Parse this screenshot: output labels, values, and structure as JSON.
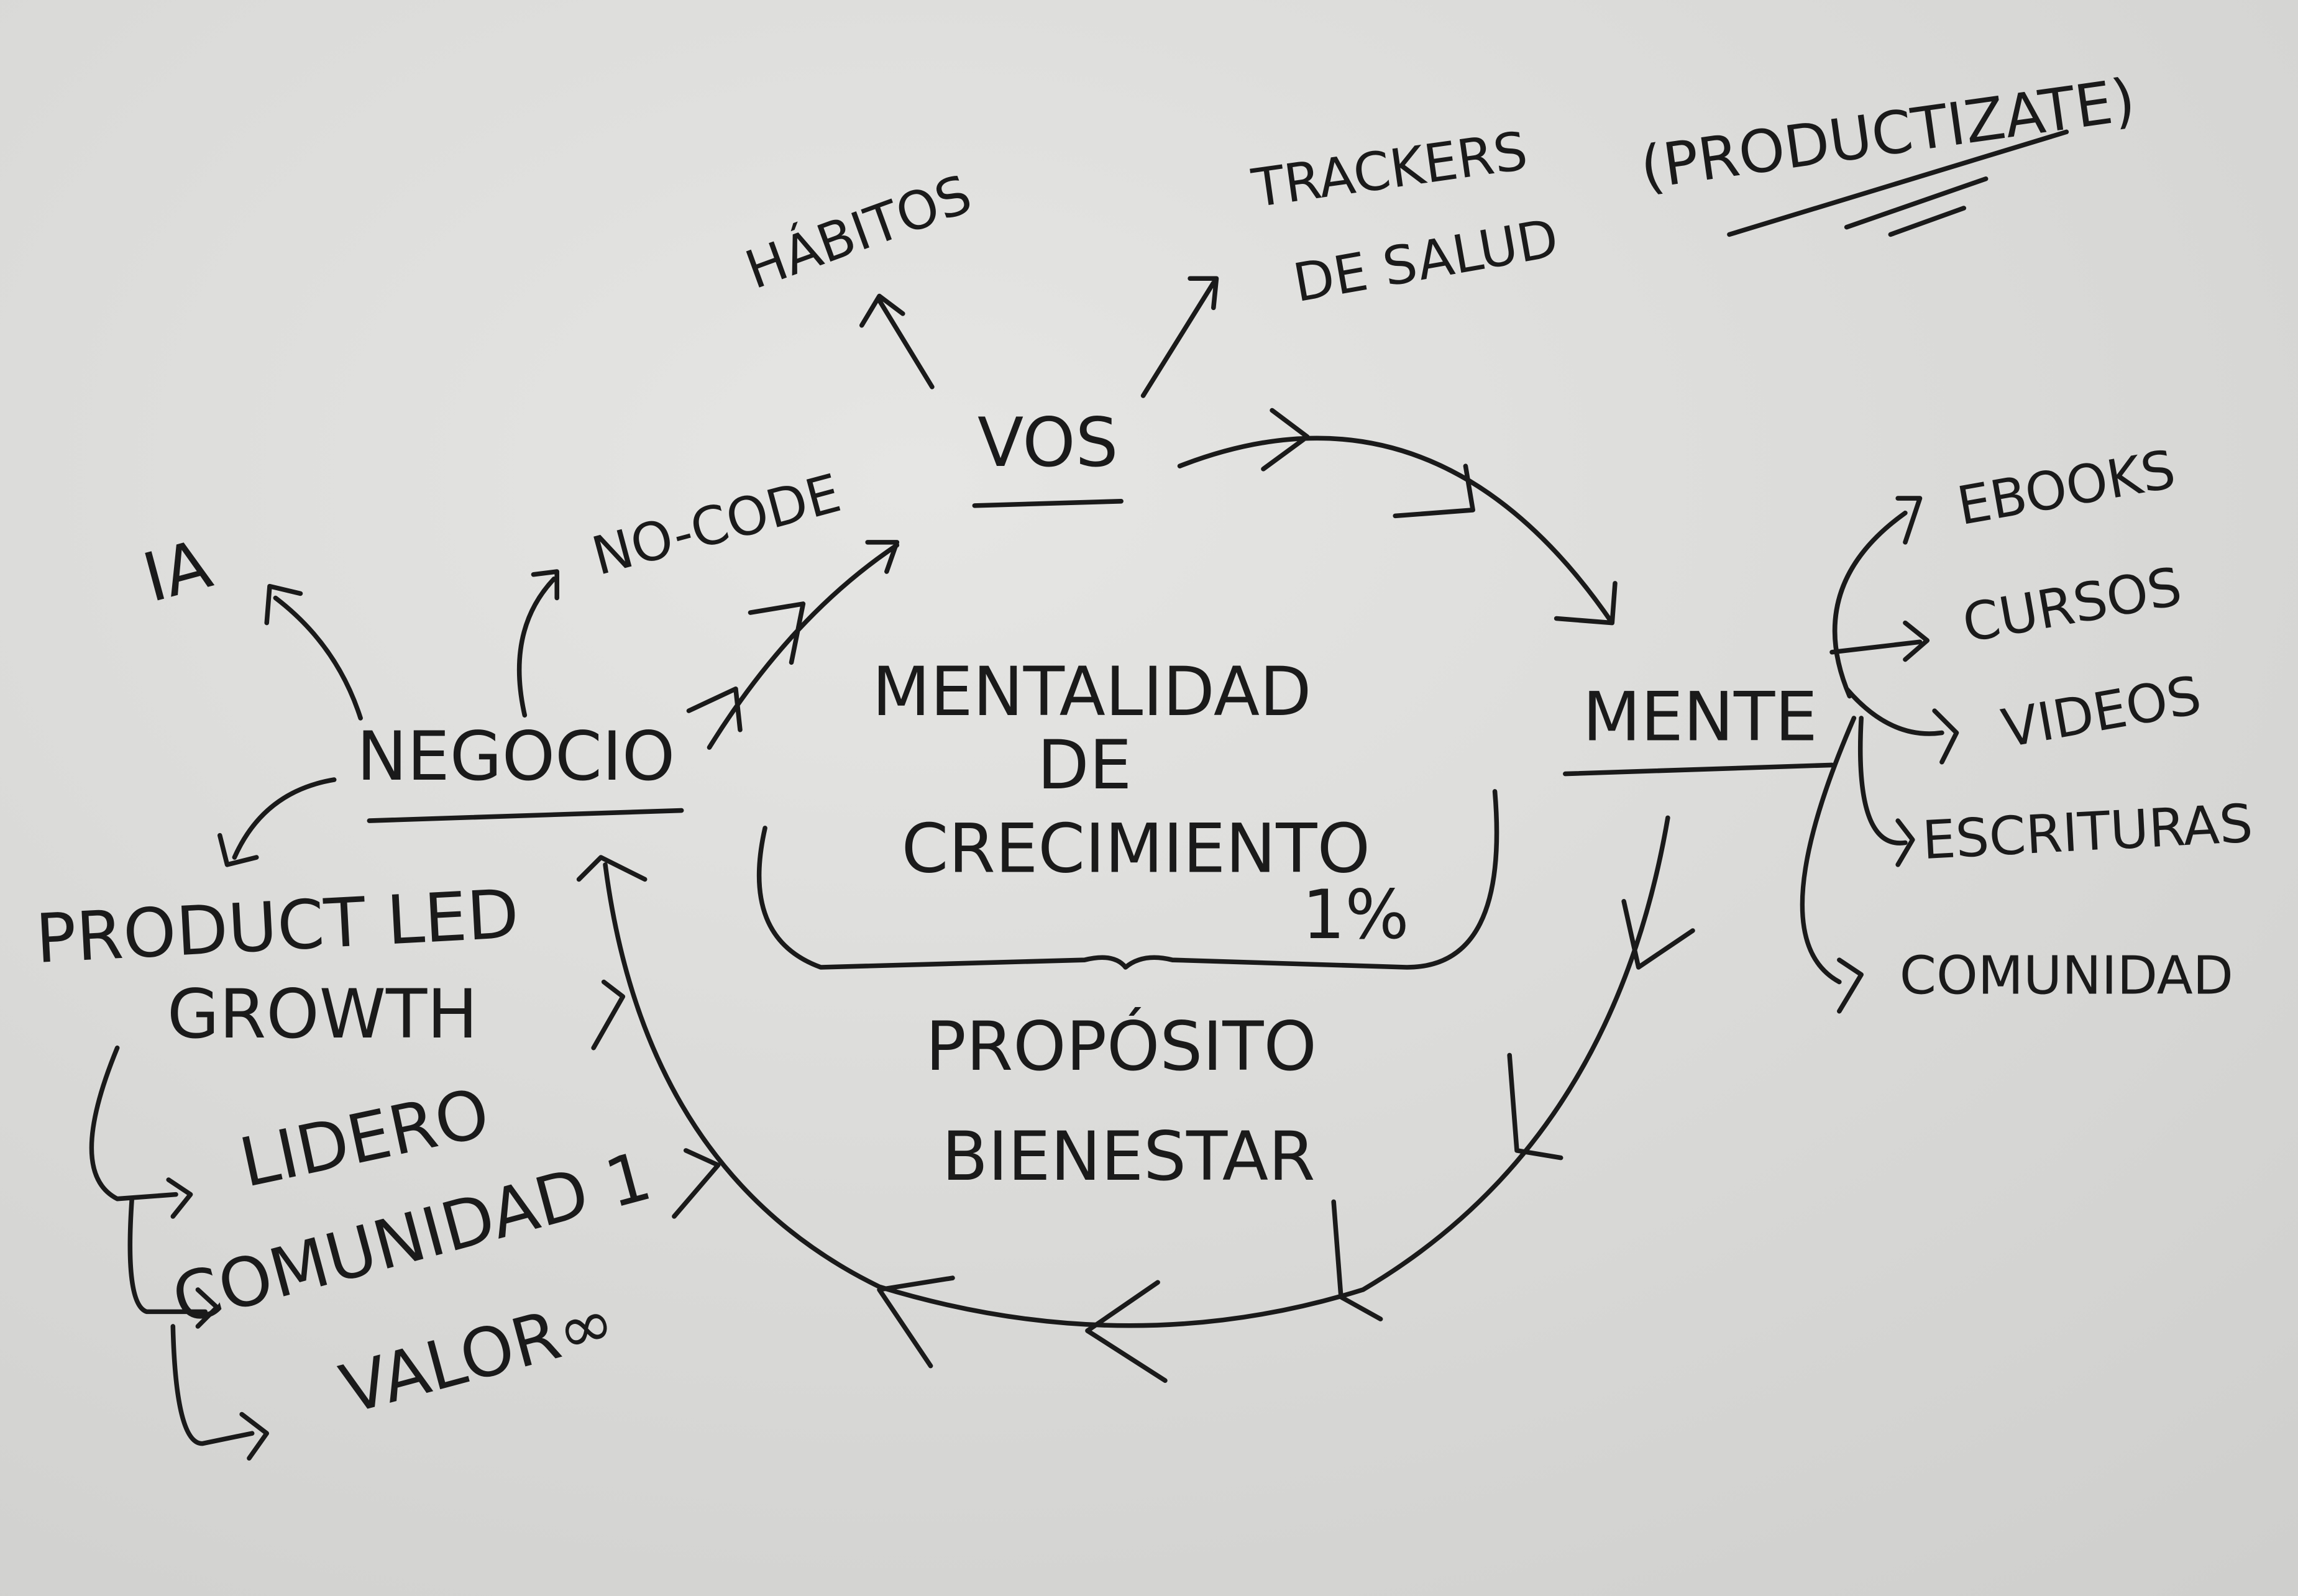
{
  "center": {
    "line1": "MENTALIDAD",
    "line2": "DE",
    "line3": "CRECIMIENTO",
    "percent": "1%",
    "purpose1": "PROPÓSITO",
    "purpose2": "BIENESTAR"
  },
  "vos": {
    "label": "VOS",
    "branches": [
      "HÁBITOS",
      "TRACKERS",
      "DE SALUD"
    ],
    "note": "(PRODUCTIZATE)"
  },
  "mente": {
    "label": "MENTE",
    "branches": [
      "EBOOKS",
      "CURSOS",
      "VIDEOS",
      "ESCRITURAS",
      "COMUNIDAD"
    ]
  },
  "negocio": {
    "label": "NEGOCIO",
    "branches": [
      "IA",
      "NO-CODE"
    ],
    "plg1": "PRODUCT LED",
    "plg2": "GROWTH",
    "plg_items": [
      "LIDERO",
      "COMUNIDAD 1",
      "VALOR∞"
    ]
  },
  "colors": {
    "paper": "#dcdcda",
    "ink": "#1a1a1a"
  }
}
